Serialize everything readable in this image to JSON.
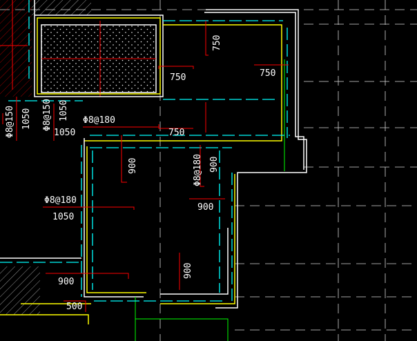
{
  "colors": {
    "background": "#000000",
    "wall_white": "#ffffff",
    "wall_yellow": "#ffff00",
    "rebar_cyan": "#00ffff",
    "rebar_red": "#ff0000",
    "axis_dash": "#ffffff",
    "hatch_red": "#ff0000",
    "grid_green": "#00c000"
  },
  "drawing": {
    "rebar_spacing_labels": [
      {
        "text": "Φ8@150"
      },
      {
        "text": "Φ8@150"
      },
      {
        "text": "Φ8@180"
      },
      {
        "text": "Φ8@180"
      },
      {
        "text": "Φ8@180"
      }
    ],
    "dimension_labels": [
      {
        "text": "750"
      },
      {
        "text": "750"
      },
      {
        "text": "750"
      },
      {
        "text": "750"
      },
      {
        "text": "1050"
      },
      {
        "text": "1050"
      },
      {
        "text": "1050"
      },
      {
        "text": "900"
      },
      {
        "text": "900"
      },
      {
        "text": "900"
      },
      {
        "text": "900"
      },
      {
        "text": "900"
      },
      {
        "text": "500"
      },
      {
        "text": "1050"
      }
    ]
  }
}
